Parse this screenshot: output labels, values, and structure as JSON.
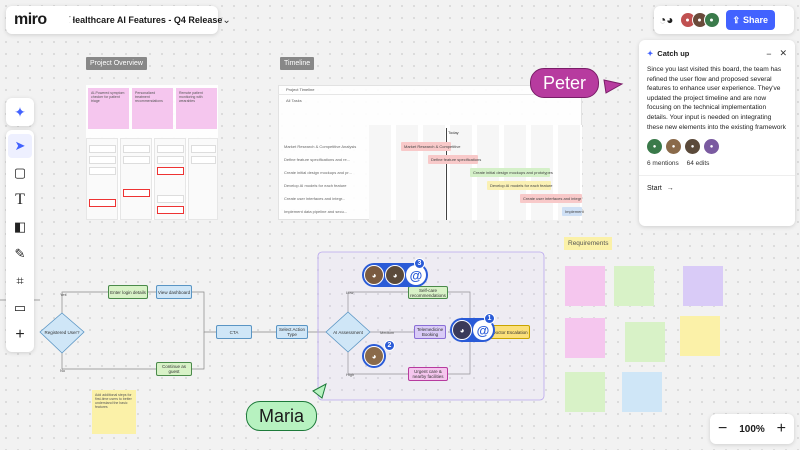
{
  "app": {
    "logo": "miro",
    "board_title": "Healthcare AI Features - Q4 Release"
  },
  "topbar": {
    "share_label": "Share",
    "reactions_icon": "reactions-icon"
  },
  "colors": {
    "accent": "#4262ff",
    "peter": "#b73b9f",
    "maria": "#b7f2c0",
    "sticky_pink": "#f5c6ee",
    "sticky_yellow": "#fbf1a8",
    "sticky_green": "#d8f2c7",
    "sticky_purple": "#d9cbf7",
    "sticky_blue": "#cfe6f7"
  },
  "toolbar": {
    "ai_icon": "sparkle-icon",
    "tools": [
      "select-cursor-icon",
      "sticky-note-icon",
      "text-icon",
      "shapes-icon",
      "pen-icon",
      "frame-icon",
      "comment-icon",
      "add-icon"
    ]
  },
  "frames": {
    "overview": {
      "label": "Project Overview"
    },
    "timeline": {
      "label": "Timeline",
      "header": "Project Timeline",
      "all_label": "All Tasks",
      "today": "Today"
    },
    "requirements": {
      "label": "Requirements"
    }
  },
  "overview_stickies": [
    "AI-Powered symptom checker for patient triage",
    "Personalized treatment recommendations",
    "Remote patient monitoring with wearables"
  ],
  "timeline_tasks": [
    {
      "name": "Market Research & Competitive Analysis",
      "bar": "Market Research & Competitive"
    },
    {
      "name": "Define feature specifications and re...",
      "bar": "Define feature specifications"
    },
    {
      "name": "Create initial design mockups and pr...",
      "bar": "Create initial design mockups and prototypes"
    },
    {
      "name": "Develop AI models for each feature",
      "bar": "Develop AI models for each feature"
    },
    {
      "name": "Create user interfaces and integr...",
      "bar": "Create user interfaces and integr"
    },
    {
      "name": "Implement data pipeline and secu...",
      "bar": "Implement"
    }
  ],
  "flow": {
    "decision1": "Registered User?",
    "yes": "Yes",
    "no": "No",
    "step_a": "Enter login details",
    "step_b": "View dashboard",
    "step_c": "Continue as guest",
    "step_d": "CTA",
    "step_e": "Select Action Type",
    "decision2": "AI Assessment",
    "low": "Low",
    "medium": "Medium",
    "high": "High",
    "out_low": "Self-care recommendations",
    "out_med": "Telemedicine Booking",
    "out_high": "Urgent care & nearby facilities",
    "out_escalation": "Doctor Escalation"
  },
  "flow_sticky": "Add additional steps for first-time users to better understand the basic features",
  "mentions": [
    {
      "count": "3"
    },
    {
      "count": "2"
    },
    {
      "count": "1"
    }
  ],
  "cursors": {
    "peter": "Peter",
    "maria": "Maria"
  },
  "catchup": {
    "title": "Catch up",
    "body": "Since you last visited this board, the team has refined the user flow and proposed several features to enhance user experience. They've updated the project timeline and are now focusing on the technical implementation details. Your input is needed on integrating these new elements into the existing framework",
    "mentions": "6 mentions",
    "edits": "64 edits",
    "start": "Start",
    "minimize_icon": "minus-icon",
    "close_icon": "close-icon"
  },
  "zoom": {
    "value": "100%"
  }
}
